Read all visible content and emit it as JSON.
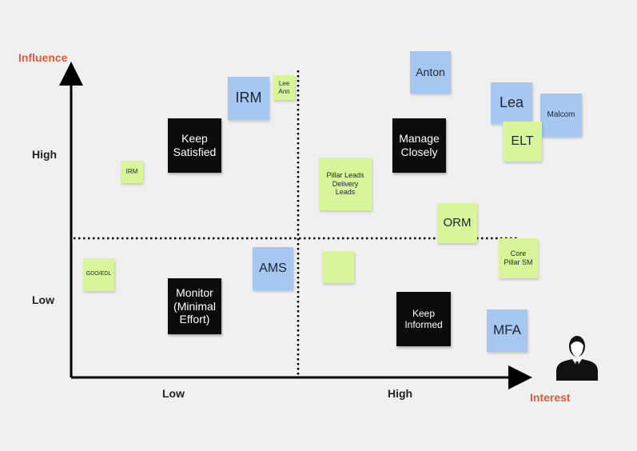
{
  "axes": {
    "y_title": "Influence",
    "x_title": "Interest",
    "y_high": "High",
    "y_low": "Low",
    "x_low": "Low",
    "x_high": "High"
  },
  "quadrants": {
    "top_left": "Keep\nSatisfied",
    "top_right": "Manage\nClosely",
    "bottom_left": "Monitor\n(Minimal\nEffort)",
    "bottom_right": "Keep\nInformed"
  },
  "notes": {
    "irm_large": "IRM",
    "lee_ann": "Lee\nAnn",
    "irm_small": "IRM",
    "anton": "Anton",
    "lea": "Lea",
    "malcom": "Malcom",
    "elt": "ELT",
    "pillar_leads": "Pillar Leads\nDelivery\nLeads",
    "orm": "ORM",
    "core_pillar": "Core\nPillar SM",
    "gdo_edl": "GDO/EDL",
    "ams": "AMS",
    "blank": "",
    "mfa": "MFA"
  },
  "colors": {
    "axis_title": "#e05a3a",
    "blue_note": "#a6c8f0",
    "green_note": "#d9f59a",
    "quadrant_note": "#0c0c0c"
  },
  "icon": "businessman-icon"
}
